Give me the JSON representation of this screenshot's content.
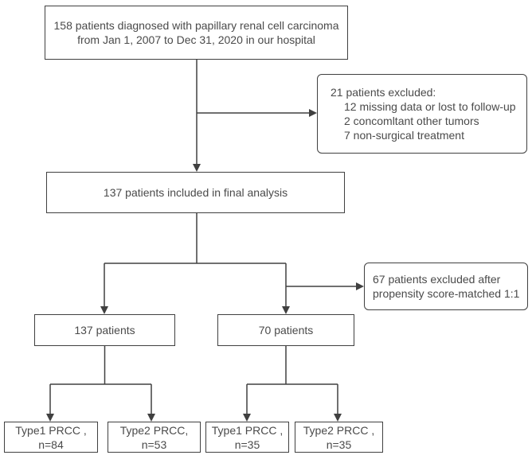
{
  "figure": {
    "type": "flowchart",
    "title": "Patient selection flowchart for papillary renal cell carcinoma study",
    "line_color": "#404040",
    "text_color": "#4a4a4a",
    "background_color": "#ffffff"
  },
  "nodes": {
    "initial": {
      "line1": "158 patients diagnosed with papillary renal cell carcinoma",
      "line2": "from Jan 1, 2007 to Dec 31, 2020 in our hospital"
    },
    "excluded1": {
      "title": "21 patients excluded:",
      "items": [
        "12 missing data or lost to follow-up",
        "2 concomltant other tumors",
        "7 non-surgical treatment"
      ]
    },
    "final": {
      "label": "137 patients included in final analysis"
    },
    "excluded2": {
      "line1": "67 patients excluded after",
      "line2": "propensity score-matched 1:1"
    },
    "cohort_all": {
      "label": "137 patients"
    },
    "cohort_matched": {
      "label": "70 patients"
    },
    "type1_all": {
      "line1": "Type1 PRCC ,",
      "line2": "n=84"
    },
    "type2_all": {
      "line1": "Type2 PRCC,",
      "line2": "n=53"
    },
    "type1_matched": {
      "line1": "Type1 PRCC ,",
      "line2": "n=35"
    },
    "type2_matched": {
      "line1": "Type2 PRCC ,",
      "line2": "n=35"
    }
  }
}
